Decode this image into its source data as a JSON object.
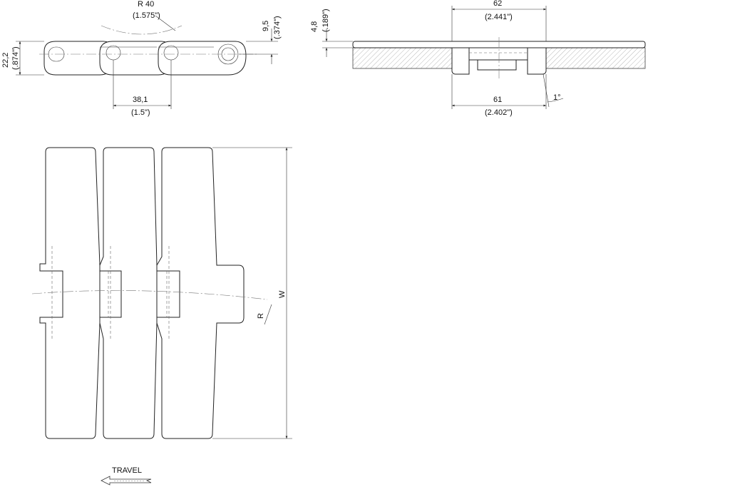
{
  "side_view": {
    "radius_label": "R 40",
    "radius_label_in": "(1.575\")",
    "pitch_label": "38,1",
    "pitch_label_in": "(1.5\")",
    "height_label": "22,2",
    "height_label_in": "(.874\")",
    "pin_offset_label": "9,5",
    "pin_offset_label_in": "(.374\")"
  },
  "end_view": {
    "top_width_label": "62",
    "top_width_label_in": "(2.441\")",
    "bottom_width_label": "61",
    "bottom_width_label_in": "(2.402\")",
    "plate_thickness_label": "4,8",
    "plate_thickness_label_in": "(.189\")",
    "angle_label": "1°"
  },
  "plan_view": {
    "width_label": "W",
    "radius_label": "R"
  },
  "travel": {
    "label": "TRAVEL"
  }
}
